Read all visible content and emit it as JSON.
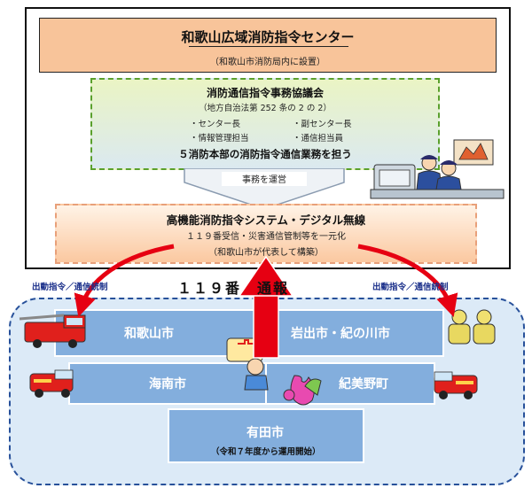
{
  "center": {
    "title": "和歌山広域消防指令センター",
    "subtitle": "（和歌山市消防局内に設置）"
  },
  "council": {
    "title": "消防通信指令事務協議会",
    "law": "（地方自治法第 252 条の 2 の 2）",
    "roles": [
      "・センター長",
      "・副センター長",
      "・情報管理担当",
      "・通信担当員"
    ],
    "duty": "５消防本部の消防指令通信業務を担う"
  },
  "operate_label": "事務を運営",
  "system": {
    "title": "高機能消防指令システム・デジタル無線",
    "description": "１１９番受信・災害通信管制等を一元化",
    "note": "（和歌山市が代表して構築）"
  },
  "report_label": "１１９番　通報",
  "dispatch_left": "出動指令／通信統制",
  "dispatch_right": "出動指令／通信統制",
  "regions": {
    "wakayama": "和歌山市",
    "iwade": "岩出市・紀の川市",
    "kainan": "海南市",
    "kimino": "紀美野町",
    "arita": "有田市",
    "arita_note": "（令和７年度から運用開始）"
  },
  "colors": {
    "region_fill": "#83aedd",
    "report_arrow": "#e60012",
    "dispatch_arrow": "#e60012",
    "header_fill": "#f8c49a"
  }
}
